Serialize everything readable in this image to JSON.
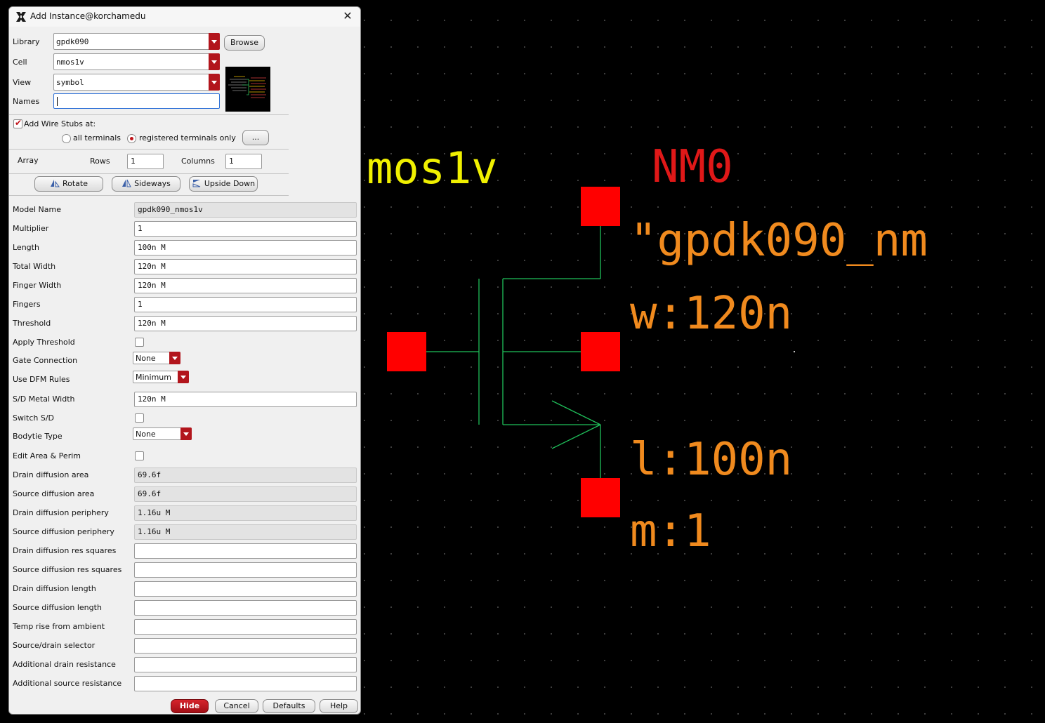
{
  "window": {
    "title": "Add Instance@korchamedu",
    "close_icon": "close-icon"
  },
  "library": {
    "label": "Library",
    "value": "gpdk090",
    "browse_label": "Browse"
  },
  "cell": {
    "label": "Cell",
    "value": "nmos1v"
  },
  "view": {
    "label": "View",
    "value": "symbol"
  },
  "names": {
    "label": "Names",
    "value": ""
  },
  "wire_stubs": {
    "label": "Add Wire Stubs at:",
    "checked": true,
    "all_terminals": "all terminals",
    "registered_only": "registered terminals only",
    "selected": "registered terminals only",
    "more_label": "..."
  },
  "array": {
    "label": "Array",
    "rows_label": "Rows",
    "rows": "1",
    "columns_label": "Columns",
    "columns": "1"
  },
  "transform": {
    "rotate": "Rotate",
    "sideways": "Sideways",
    "upside_down": "Upside Down"
  },
  "params": {
    "model_name": {
      "label": "Model Name",
      "value": "gpdk090_nmos1v"
    },
    "multiplier": {
      "label": "Multiplier",
      "value": "1"
    },
    "length": {
      "label": "Length",
      "value": "100n M"
    },
    "total_width": {
      "label": "Total Width",
      "value": "120n M"
    },
    "finger_width": {
      "label": "Finger Width",
      "value": "120n M"
    },
    "fingers": {
      "label": "Fingers",
      "value": "1"
    },
    "threshold": {
      "label": "Threshold",
      "value": "120n M"
    },
    "apply_threshold": {
      "label": "Apply Threshold",
      "checked": false
    },
    "gate_connection": {
      "label": "Gate Connection",
      "value": "None"
    },
    "use_dfm_rules": {
      "label": "Use DFM Rules",
      "value": "Minimum"
    },
    "sd_metal_width": {
      "label": "S/D Metal Width",
      "value": "120n M"
    },
    "switch_sd": {
      "label": "Switch S/D",
      "checked": false
    },
    "bodytie_type": {
      "label": "Bodytie Type",
      "value": "None"
    },
    "edit_area_perim": {
      "label": "Edit Area & Perim",
      "checked": false
    },
    "drain_diff_area": {
      "label": "Drain diffusion area",
      "value": "69.6f"
    },
    "source_diff_area": {
      "label": "Source diffusion area",
      "value": "69.6f"
    },
    "drain_diff_periphery": {
      "label": "Drain diffusion periphery",
      "value": "1.16u M"
    },
    "source_diff_periphery": {
      "label": "Source diffusion periphery",
      "value": "1.16u M"
    },
    "drain_res_squares": {
      "label": "Drain diffusion res squares",
      "value": ""
    },
    "source_res_squares": {
      "label": "Source diffusion res squares",
      "value": ""
    },
    "drain_diff_length": {
      "label": "Drain diffusion length",
      "value": ""
    },
    "source_diff_length": {
      "label": "Source diffusion length",
      "value": ""
    },
    "temp_rise": {
      "label": "Temp rise from ambient",
      "value": ""
    },
    "sd_selector": {
      "label": "Source/drain selector",
      "value": ""
    },
    "add_drain_res": {
      "label": "Additional drain resistance",
      "value": ""
    },
    "add_source_res": {
      "label": "Additional source resistance",
      "value": ""
    }
  },
  "footer": {
    "hide": "Hide",
    "cancel": "Cancel",
    "defaults": "Defaults",
    "help": "Help"
  },
  "schematic": {
    "cell_label": "mos1v",
    "instance_name": "NM0",
    "model_label": "\"gpdk090_nm",
    "width_label": "w:120n",
    "length_label": "l:100n",
    "mult_label": "m:1",
    "colors": {
      "cell": "#f0f000",
      "instance": "#e01818",
      "params": "#f08a1e",
      "wire": "#1fbf5a",
      "pin": "#ff0000"
    }
  },
  "colors": {
    "accent": "#b2151c"
  }
}
